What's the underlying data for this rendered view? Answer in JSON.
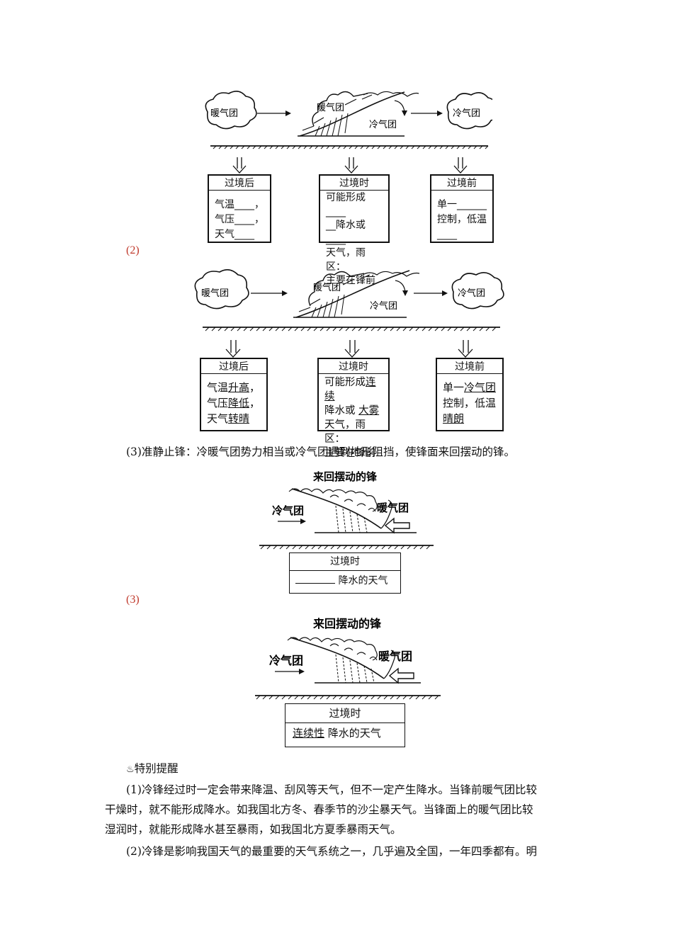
{
  "diagram1": {
    "warm_air": "暖气团",
    "warm_air_mid": "暖气团",
    "cold_air_mid": "冷气团",
    "cold_air": "冷气团",
    "box_after": {
      "title": "过境后",
      "lines": [
        "气温____，",
        "气压____，",
        "天气____"
      ]
    },
    "box_during": {
      "title": "过境时",
      "lines": [
        "可能形成____",
        "__降水或____",
        "天气，雨区：",
        "主要在锋前"
      ]
    },
    "box_before": {
      "title": "过境前",
      "lines": [
        "单一______",
        "控制，低温",
        "____"
      ]
    }
  },
  "label_2": "(2)",
  "diagram2": {
    "warm_air": "暖气团",
    "warm_air_mid": "暖气团",
    "cold_air_mid": "冷气团",
    "cold_air": "冷气团",
    "box_after": {
      "title": "过境后",
      "l1a": "气温",
      "l1b": "升高",
      "l1c": "，",
      "l2a": "气压",
      "l2b": "降低",
      "l2c": "，",
      "l3a": "天气",
      "l3b": "转晴"
    },
    "box_during": {
      "title": "过境时",
      "l1a": "可能形成",
      "l1b": "连续",
      "l2a": "降水或",
      "l2b": "大雾",
      "l3": "天气，雨区：",
      "l4": "主要在锋前"
    },
    "box_before": {
      "title": "过境前",
      "l1a": "单一",
      "l1b": "冷气团",
      "l2": "控制，低温",
      "l3": "晴朗"
    }
  },
  "para_3": "(3)准静止锋：冷暖气团势力相当或冷气团遇到地形阻挡，使锋面来回摆动的锋。",
  "diagram3": {
    "title": "来回摆动的锋",
    "cold": "冷气团",
    "warm": "暖气团",
    "box_title": "过境时",
    "box_body": "降水的天气"
  },
  "label_3": "(3)",
  "diagram4": {
    "title": "来回摆动的锋",
    "cold": "冷气团",
    "warm": "暖气团",
    "box_title": "过境时",
    "answer": "连续性",
    "box_body": "降水的天气"
  },
  "tip": {
    "icon": "flame-icon",
    "title": "特别提醒",
    "p1_l1": "(1)冷锋经过时一定会带来降温、刮风等天气，但不一定产生降水。当锋前暖气团比较",
    "p1_l2": "干燥时，就不能形成降水。如我国北方冬、春季节的沙尘暴天气。当锋面上的暖气团比较",
    "p1_l3": "湿润时，就能形成降水甚至暴雨，如我国北方夏季暴雨天气。",
    "p2_l1": "(2)冷锋是影响我国天气的最重要的天气系统之一，几乎遍及全国，一年四季都有。明"
  },
  "colors": {
    "accent_red": "#c0392b",
    "ink": "#111111"
  }
}
